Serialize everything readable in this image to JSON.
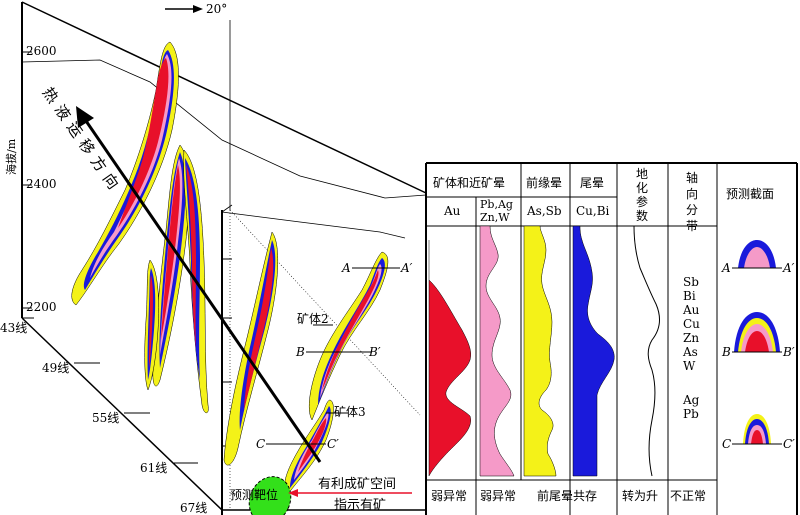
{
  "north_arrow": "20°",
  "elevation_axis": {
    "label": "海拔/m",
    "ticks": [
      "2600",
      "2400",
      "2200"
    ]
  },
  "section_lines": [
    "43线",
    "49线",
    "55线",
    "61线",
    "67线"
  ],
  "migration_label": "热液运移方向",
  "orebodies": [
    "矿体2",
    "矿体3"
  ],
  "section_markers": {
    "a": "A",
    "a2": "A′",
    "b": "B",
    "b2": "B′",
    "c": "C",
    "c2": "C′"
  },
  "prediction_label": "预测靶位",
  "space_label": [
    "有利成矿空间",
    "指示有矿"
  ],
  "table": {
    "headers": {
      "ore": "矿体和近矿晕",
      "front": "前缘晕",
      "tail": "尾晕",
      "geochem": [
        "地",
        "化",
        "参",
        "数"
      ],
      "axial": [
        "轴",
        "向",
        "分",
        "带"
      ],
      "predict": "预测截面"
    },
    "subheaders": {
      "au": "Au",
      "pb": [
        "Pb,Ag",
        "Zn,W"
      ],
      "as": "As,Sb",
      "cu": "Cu,Bi"
    },
    "zoning": [
      "Sb",
      "Bi",
      "Au",
      "Cu",
      "Zn",
      "As",
      "W",
      "",
      "Ag",
      "Pb"
    ],
    "footer": {
      "au": "弱异常",
      "pb": "弱异常",
      "front_tail": "前尾晕共存",
      "geochem": "转为升",
      "axial": "不正常"
    }
  },
  "colors": {
    "red": "#e8102a",
    "pink": "#f59ac8",
    "yellow": "#f4f218",
    "blue": "#1a1adb",
    "green": "#33e01a"
  }
}
